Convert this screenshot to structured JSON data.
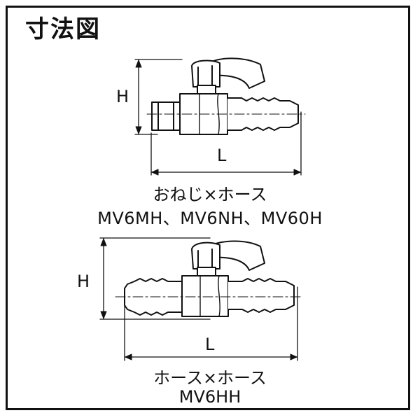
{
  "title": "寸法図",
  "diagram1": {
    "h_label": "H",
    "l_label": "L",
    "caption_line1": "おねじ×ホース",
    "caption_line2": "MV6MH、MV6NH、MV60H"
  },
  "diagram2": {
    "h_label": "H",
    "l_label": "L",
    "caption_line1": "ホース×ホース",
    "caption_line2": "MV6HH"
  }
}
